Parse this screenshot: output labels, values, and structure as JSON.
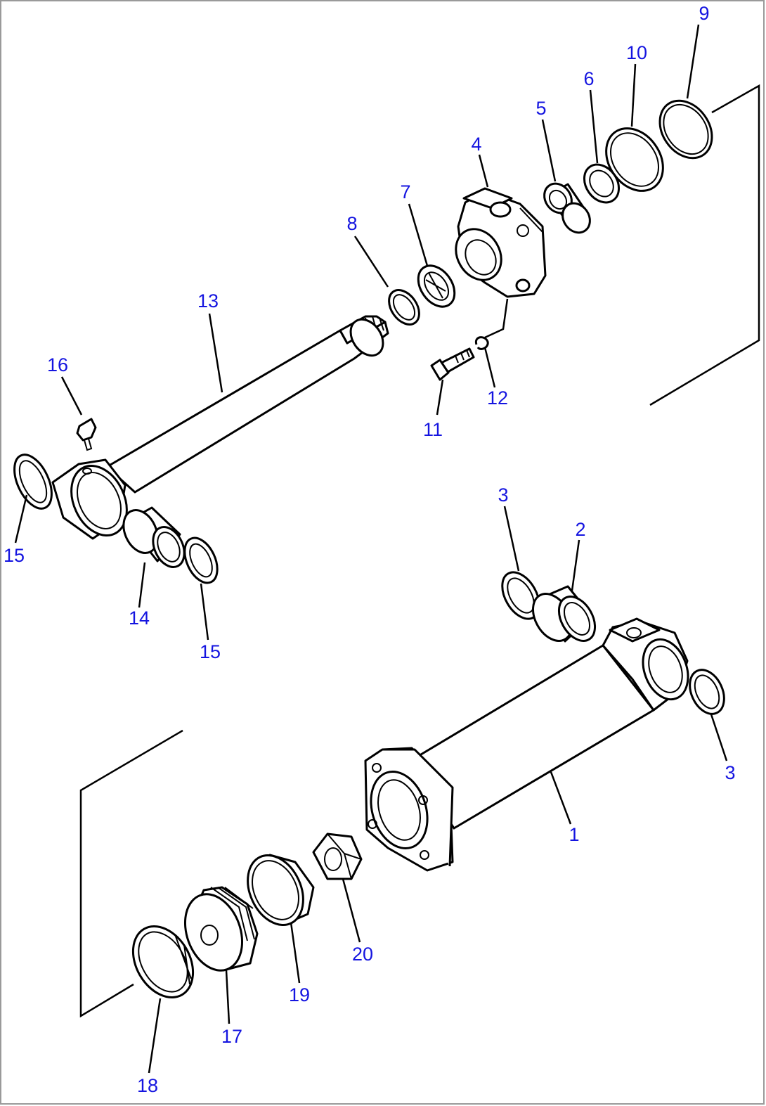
{
  "diagram": {
    "callouts": [
      {
        "id": "c1",
        "label": "1"
      },
      {
        "id": "c2",
        "label": "2"
      },
      {
        "id": "c3a",
        "label": "3"
      },
      {
        "id": "c3b",
        "label": "3"
      },
      {
        "id": "c4",
        "label": "4"
      },
      {
        "id": "c5",
        "label": "5"
      },
      {
        "id": "c6",
        "label": "6"
      },
      {
        "id": "c7",
        "label": "7"
      },
      {
        "id": "c8",
        "label": "8"
      },
      {
        "id": "c9",
        "label": "9"
      },
      {
        "id": "c10",
        "label": "10"
      },
      {
        "id": "c11",
        "label": "11"
      },
      {
        "id": "c12",
        "label": "12"
      },
      {
        "id": "c13",
        "label": "13"
      },
      {
        "id": "c14",
        "label": "14"
      },
      {
        "id": "c15a",
        "label": "15"
      },
      {
        "id": "c15b",
        "label": "15"
      },
      {
        "id": "c16",
        "label": "16"
      },
      {
        "id": "c17",
        "label": "17"
      },
      {
        "id": "c18",
        "label": "18"
      },
      {
        "id": "c19",
        "label": "19"
      },
      {
        "id": "c20",
        "label": "20"
      }
    ],
    "colors": {
      "callout_text": "#1515e0",
      "line_art": "#000000",
      "background": "#ffffff"
    }
  }
}
